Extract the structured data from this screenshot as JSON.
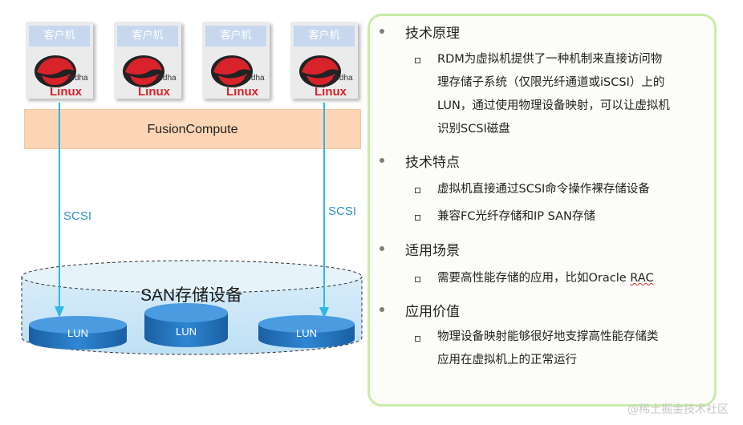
{
  "vms": [
    {
      "label": "客户机",
      "logo_text_red": "redhat",
      "logo_text_linux": "Linux"
    },
    {
      "label": "客户机",
      "logo_text_red": "redhat",
      "logo_text_linux": "Linux"
    },
    {
      "label": "客户机",
      "logo_text_red": "redhat",
      "logo_text_linux": "Linux"
    },
    {
      "label": "客户机",
      "logo_text_red": "redhat",
      "logo_text_linux": "Linux"
    }
  ],
  "fusion_compute": "FusionCompute",
  "scsi_left": "SCSI",
  "scsi_right": "SCSI",
  "san_title": "SAN存储设备",
  "luns": [
    "LUN",
    "LUN",
    "LUN"
  ],
  "panel": {
    "s1_title": "技术原理",
    "s1_lines": [
      "RDM为虚拟机提供了一种机制来直接访问物",
      "理存储子系统（仅限光纤通道或iSCSI）上的",
      "LUN，通过使用物理设备映射，可以让虚拟机",
      "识别SCSI磁盘"
    ],
    "s2_title": "技术特点",
    "s2_items": [
      "虚拟机直接通过SCSI命令操作裸存储设备",
      "兼容FC光纤存储和IP SAN存储"
    ],
    "s3_title": "适用场景",
    "s3_item_prefix": "需要高性能存储的应用，比如Oracle ",
    "s3_item_suffix": "RAC",
    "s4_title": "应用价值",
    "s4_lines": [
      "物理设备映射能够很好地支撑高性能存储类",
      "应用在虚拟机上的正常运行"
    ]
  },
  "watermark": "@稀土掘金技术社区",
  "colors": {
    "accent": "#2f93c4",
    "bar": "#fbd5b5",
    "panel_border": "#c9ecaa",
    "lun": "#1e6fb8"
  }
}
